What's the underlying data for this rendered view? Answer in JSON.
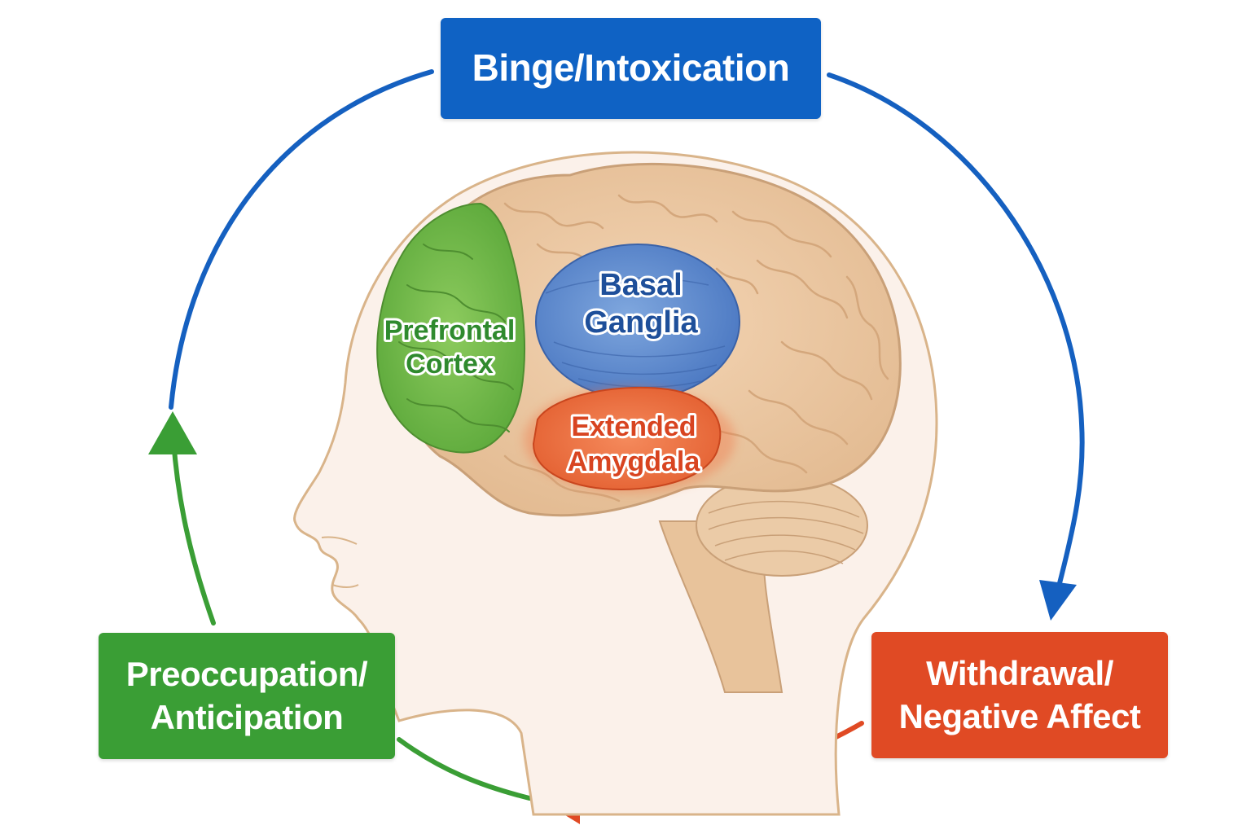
{
  "stages": {
    "binge": {
      "label": "Binge/Intoxication",
      "color": "#0F62C4"
    },
    "withdrawal": {
      "line1": "Withdrawal/",
      "line2": "Negative Affect",
      "color": "#E04A24"
    },
    "preoccupation": {
      "line1": "Preoccupation/",
      "line2": "Anticipation",
      "color": "#3A9E35"
    }
  },
  "regions": {
    "prefrontal": {
      "line1": "Prefrontal",
      "line2": "Cortex",
      "color": "#2F8A2E"
    },
    "basal": {
      "line1": "Basal",
      "line2": "Ganglia",
      "color": "#1E4F9A"
    },
    "amygdala": {
      "line1": "Extended",
      "line2": "Amygdala",
      "color": "#D84420"
    }
  },
  "arrows": {
    "blue": "#1560C0",
    "red": "#E04A24",
    "green": "#3A9E35"
  }
}
